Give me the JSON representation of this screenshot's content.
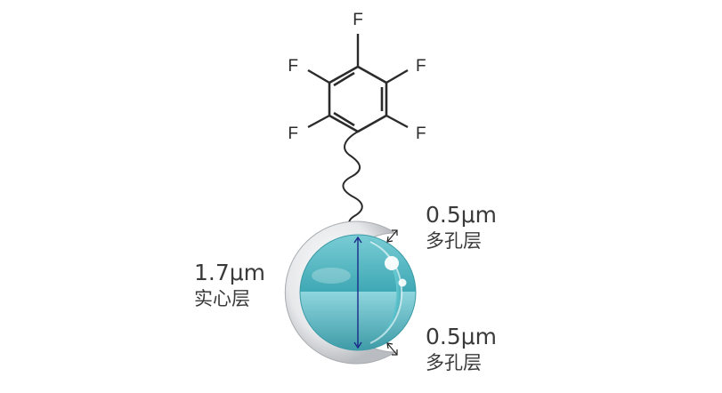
{
  "molecule": {
    "substituent_atoms": [
      "F",
      "F",
      "F",
      "F",
      "F"
    ]
  },
  "particle": {
    "core_label": {
      "value": "1.7μm",
      "name": "实心层"
    },
    "shell_label_top": {
      "value": "0.5μm",
      "name": "多孔层"
    },
    "shell_label_bottom": {
      "value": "0.5μm",
      "name": "多孔层"
    }
  },
  "colors": {
    "core_teal": "#4fb3bf",
    "shell_gray": "#d9dcdf",
    "bond": "#2b2b2b",
    "measure_line": "#1a2a8a"
  }
}
